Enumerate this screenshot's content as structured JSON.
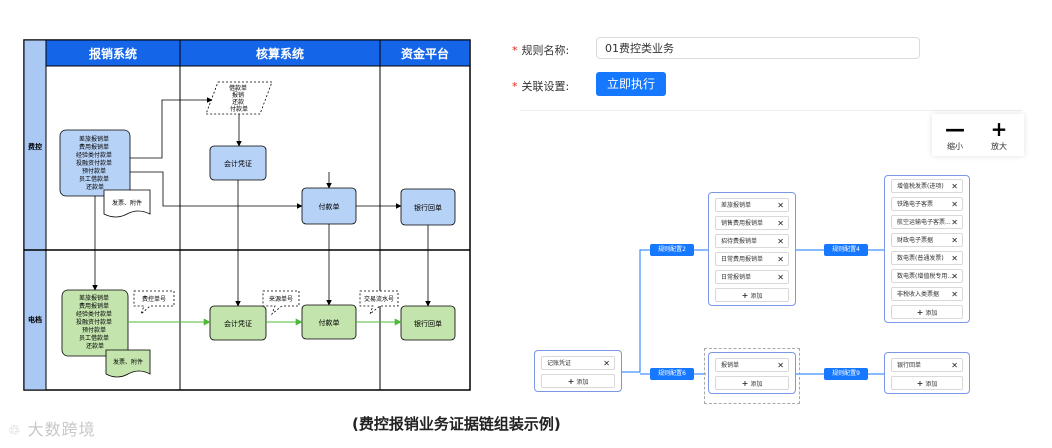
{
  "swimlane": {
    "columns": [
      "报销系统",
      "核算系统",
      "资金平台"
    ],
    "rows": [
      "费控",
      "电档"
    ],
    "nodes": {
      "fk_docs": [
        "差旅报销单",
        "费用报销单",
        "经验类付款单",
        "投融资付款单",
        "预付款单",
        "员工借款单",
        "还款单"
      ],
      "fk_attach": "发票、附件",
      "input_docs": [
        "借款单",
        "报销",
        "还款",
        "付款单"
      ],
      "voucher_top": "会计凭证",
      "pay_top": "付款单",
      "bank_top": "银行回单",
      "da_docs": [
        "差旅报销单",
        "费用报销单",
        "经验类付款单",
        "投融资付款单",
        "预付款单",
        "员工借款单",
        "还款单"
      ],
      "da_attach": "发票、附件",
      "note_baoxiao": "费控单号",
      "voucher_bottom": "会计凭证",
      "note_laiyuan": "来源单号",
      "pay_bottom": "付款单",
      "note_jiaoyi": "交易流水号",
      "bank_bottom": "银行回单"
    }
  },
  "form": {
    "rule_name_label": "规则名称:",
    "rule_name_value": "01费控类业务",
    "link_label": "关联设置:",
    "execute_button": "立即执行",
    "required_mark": "*"
  },
  "zoom": {
    "minus_glyph": "—",
    "minus_label": "缩小",
    "plus_glyph": "+",
    "plus_label": "放大"
  },
  "rules": {
    "root": {
      "items": [
        "记账凭证"
      ]
    },
    "tag2": "规则配置2",
    "group2": {
      "items": [
        "差旅报销单",
        "销售费用报销单",
        "招待费报销单",
        "日常费用报销单",
        "日常报销单"
      ]
    },
    "tag4": "规则配置4",
    "group4": {
      "items": [
        "增值税发票(进项)",
        "铁路电子客票",
        "航空运输电子客票...",
        "财政电子票据",
        "数电票(普通发票)",
        "数电票(增值税专用...",
        "非税收入类票据"
      ]
    },
    "tag6": "规则配置6",
    "group6": {
      "items": [
        "报销单"
      ]
    },
    "tag9": "规则配置9",
    "group9": {
      "items": [
        "银行回单"
      ]
    },
    "add_label": "添加",
    "close_glyph": "✕",
    "plus_glyph": "+"
  },
  "caption": "(费控报销业务证据链组装示例)",
  "watermark": "大数跨境",
  "colors": {
    "header_blue": "#1565e8",
    "side_blue": "#aac8f4",
    "node_blue": "#b7d2f7",
    "node_green": "#c3e4ad",
    "rule_blue": "#1677ff",
    "line_green": "#4fb83a"
  }
}
